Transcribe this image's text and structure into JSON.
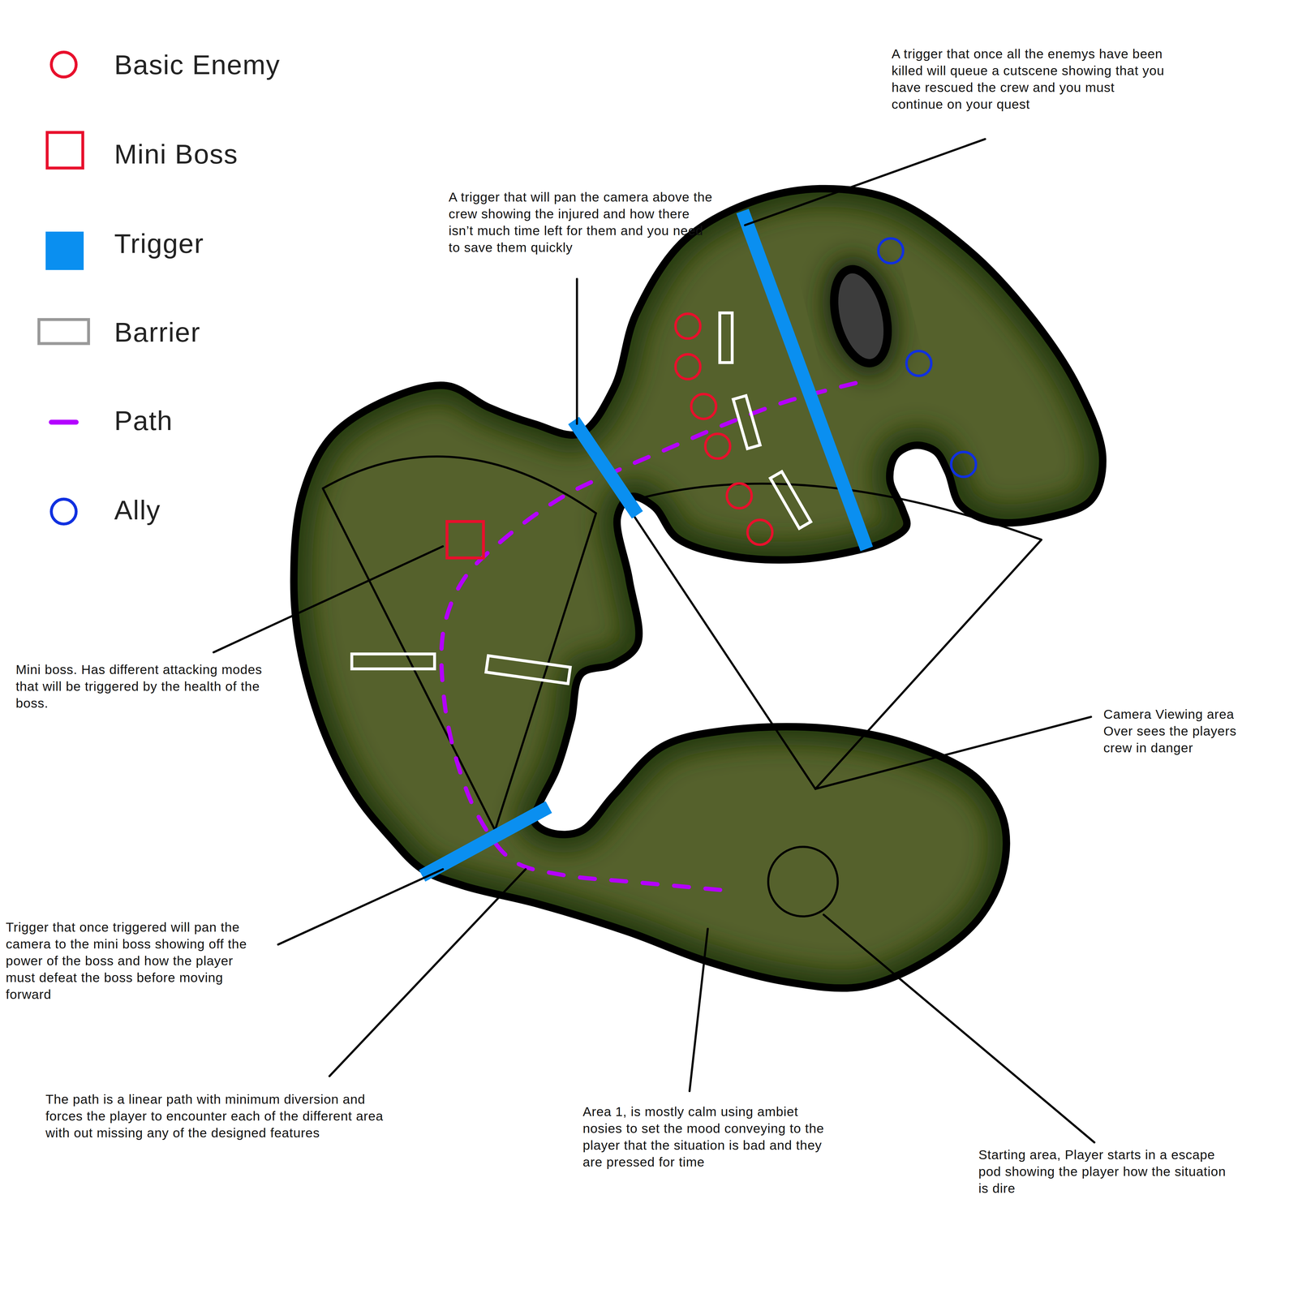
{
  "diagram": {
    "labels": [
      "A trigger that once all the enemys have been killed will queue a cutscene showing that you have rescued the crew and you must continue on your quest",
      "A trigger that will pan the camera above the crew showing the injured and how there isn’t much time left for them and you need to save them quickly",
      "Mini boss. Has different attacking modes that will be triggered by the health of the boss.",
      "Camera Viewing area Over sees the players crew in danger",
      "Trigger that once triggered will pan the camera to the mini boss showing off the power of the boss and how the player must defeat the boss before moving forward",
      "The path is a linear path with minimum diversion and forces the player to encounter each of the different area with out missing any of the designed features",
      "Area 1, is mostly calm using ambiet nosies to set the mood conveying to the player that the situation is bad and they are pressed for time",
      "Starting area, Player starts in a escape pod showing the player how the situation is dire"
    ],
    "legend": [
      {
        "text": "Basic Enemy"
      },
      {
        "text": "Mini Boss"
      },
      {
        "text": "Trigger",
        "color": "#0a8ff0"
      },
      {
        "text": "Barrier"
      },
      {
        "text": "Path"
      },
      {
        "text": "Ally"
      }
    ]
  }
}
